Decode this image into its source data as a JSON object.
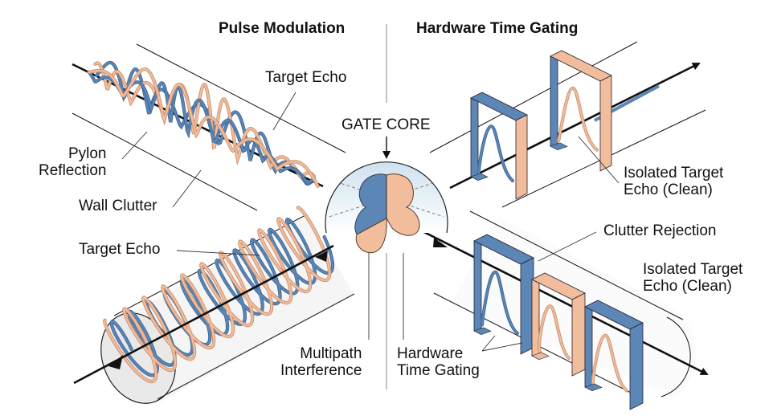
{
  "titles": {
    "left": "Pulse Modulation",
    "right": "Hardware Time Gating"
  },
  "core": {
    "label": "GATE CORE"
  },
  "labels": {
    "target_echo_top": "Target Echo",
    "pylon_reflection": [
      "Pylon",
      "Reflection"
    ],
    "wall_clutter": "Wall Clutter",
    "target_echo_bottom": "Target Echo",
    "multipath_interference": [
      "Multipath",
      "Interference"
    ],
    "hardware_time_gating": [
      "Hardware",
      "Time Gating"
    ],
    "isolated_echo_top": [
      "Isolated Target",
      "Echo (Clean)"
    ],
    "clutter_rejection": "Clutter Rejection",
    "isolated_echo_bottom": [
      "Isolated Target",
      "Echo (Clean)"
    ]
  },
  "colors": {
    "blue": "#5b86b5",
    "blue_dark": "#3d6796",
    "peach": "#f2bd9c",
    "peach_dark": "#c98f6e",
    "line": "#111111",
    "core_fill": "#dde9f3",
    "tube_fill": "#f4f4f4"
  }
}
